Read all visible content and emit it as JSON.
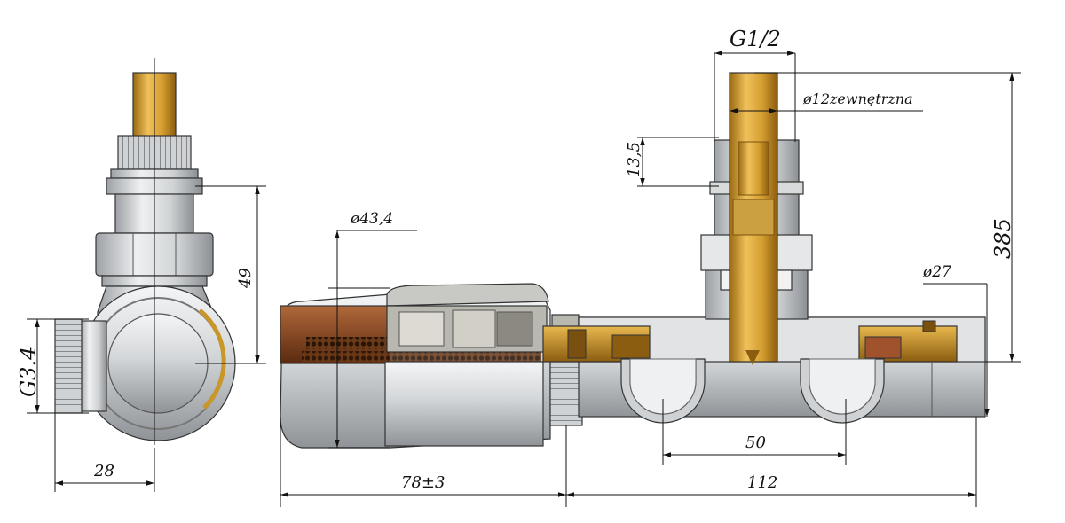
{
  "labels": {
    "thread_top": "G1/2",
    "external_diameter": "ø12zewnętrzna",
    "height_13_5": "13,5",
    "height_385": "385",
    "diameter_27": "ø27",
    "diameter_43_4": "ø43,4",
    "height_49": "49",
    "thread_side": "G3.4",
    "width_28": "28",
    "spacing_50": "50",
    "length_78": "78±3",
    "length_112": "112"
  },
  "colors": {
    "brass": "#c9962a",
    "chrome": "#d6d8da",
    "chrome_dark": "#9ea2a6",
    "copper": "#8a4a1c",
    "head_grey": "#bdbdb8"
  }
}
